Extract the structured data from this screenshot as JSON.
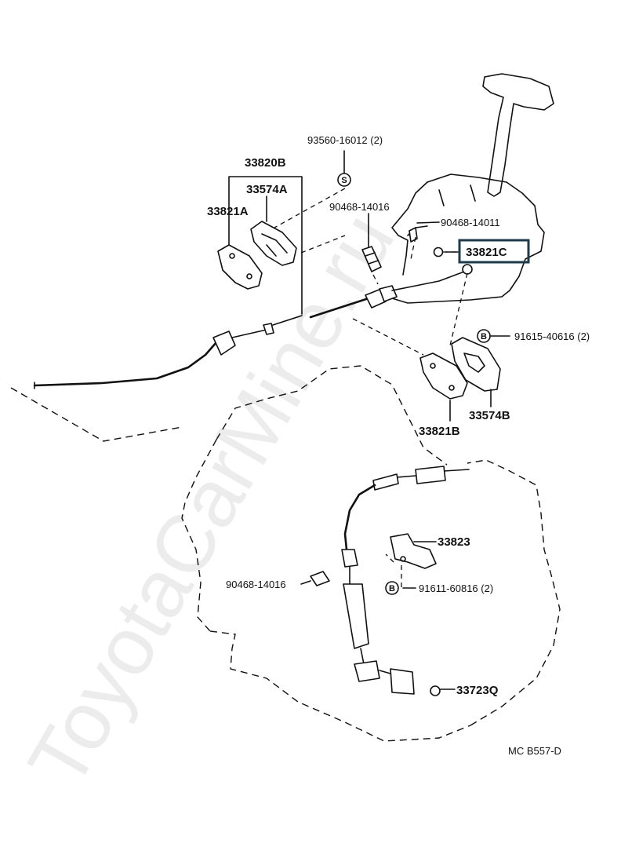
{
  "watermark": "ToyotaCarMine.ru",
  "diagram_code": "MC  B557-D",
  "highlight_color": "#1d3b4a",
  "callouts": {
    "p93560": "93560-16012 (2)",
    "p33820B": "33820B",
    "p33574A": "33574A",
    "p33821A": "33821A",
    "p90468_top": "90468-14016",
    "p90468_14011": "90468-14011",
    "p33821C": "33821C",
    "p91615": "91615-40616 (2)",
    "p33574B": "33574B",
    "p33821B": "33821B",
    "p33823": "33823",
    "p90468_bottom": "90468-14016",
    "p91611": "91611-60816 (2)",
    "p33723Q": "33723Q"
  },
  "symbols": {
    "s_marker": "S",
    "b_marker_top": "B",
    "b_marker_bottom": "B"
  }
}
